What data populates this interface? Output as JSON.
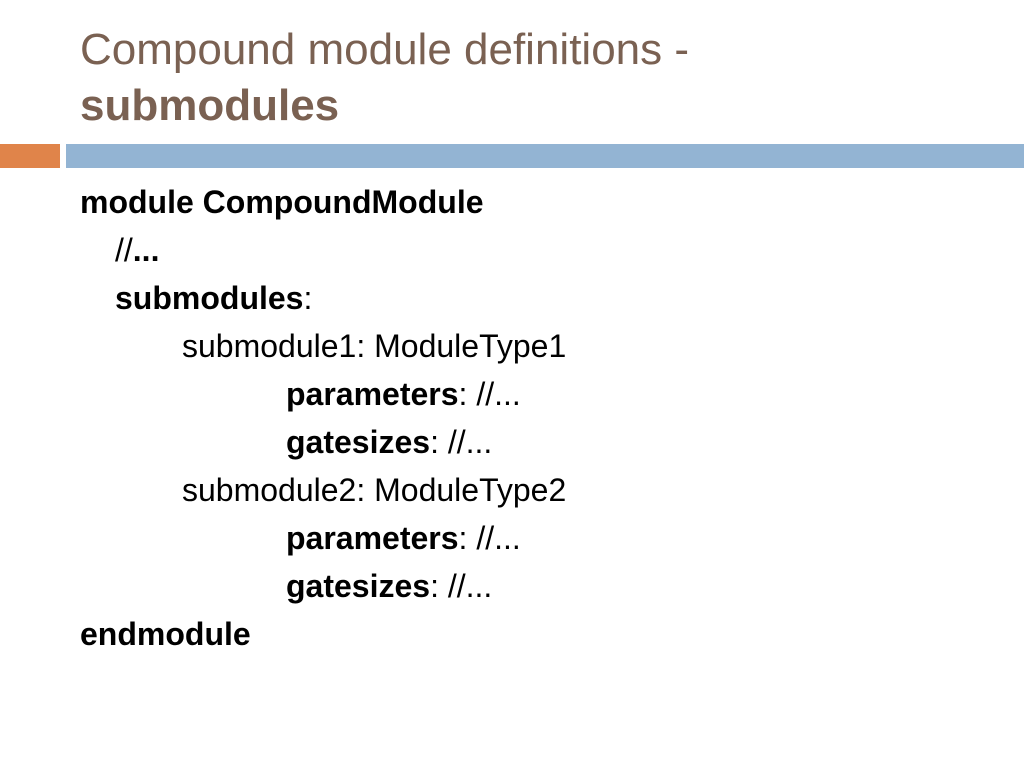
{
  "slide": {
    "title_line1": "Compound module definitions -",
    "title_line2": "submodules"
  },
  "code": {
    "module_decl": "module CompoundModule",
    "comment_prefix": "//",
    "comment_ellipsis": "...",
    "submodules_kw": "submodules",
    "submodules_colon": ":",
    "submodule1": {
      "decl": "submodule1: ModuleType1",
      "params_kw": "parameters",
      "params_rest": ": //...",
      "gates_kw": "gatesizes",
      "gates_rest": ": //..."
    },
    "submodule2": {
      "decl": "submodule2: ModuleType2",
      "params_kw": "parameters",
      "params_rest": ": //...",
      "gates_kw": "gatesizes",
      "gates_rest": ": //..."
    },
    "end_kw": "endmodule"
  },
  "colors": {
    "title": "#7a6152",
    "accent_orange": "#e0844a",
    "accent_blue": "#93b4d3",
    "text": "#000000",
    "background": "#ffffff"
  }
}
